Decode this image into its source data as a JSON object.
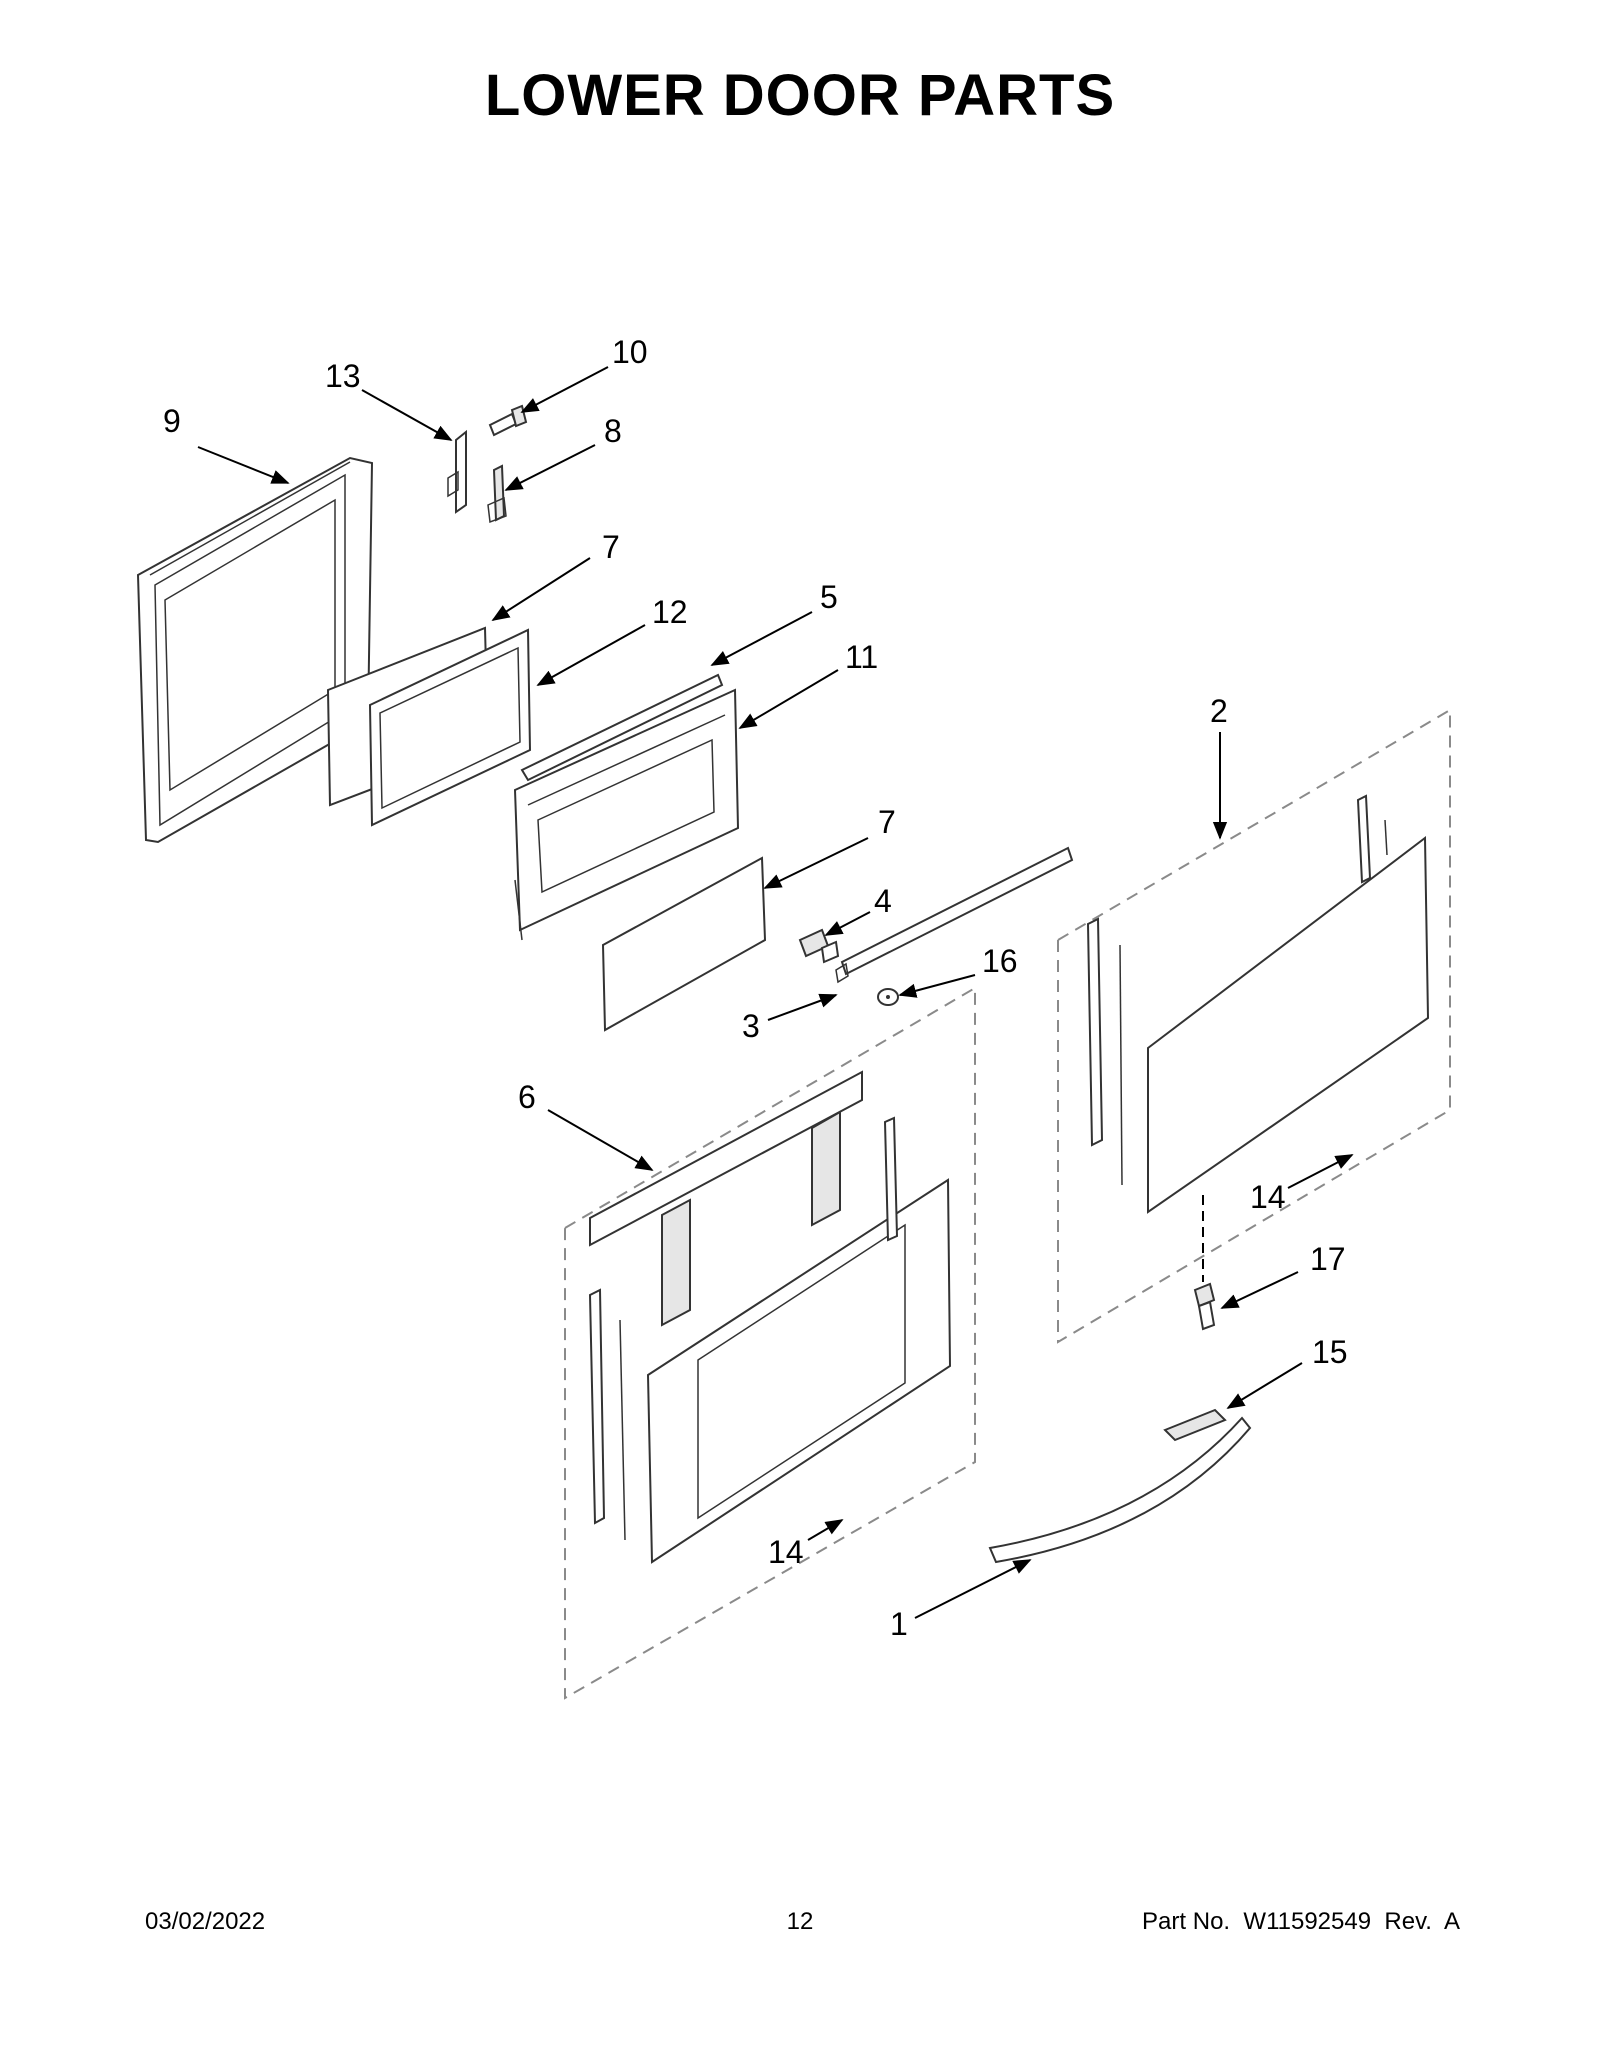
{
  "page": {
    "title": "LOWER DOOR PARTS",
    "date": "03/02/2022",
    "page_number": "12",
    "part_number": "Part No.  W11592549  Rev.  A"
  },
  "callouts": {
    "c1": "1",
    "c2": "2",
    "c3": "3",
    "c4": "4",
    "c5": "5",
    "c6": "6",
    "c7a": "7",
    "c7b": "7",
    "c8": "8",
    "c9": "9",
    "c10": "10",
    "c11": "11",
    "c12": "12",
    "c13": "13",
    "c14a": "14",
    "c14b": "14",
    "c15": "15",
    "c16": "16",
    "c17": "17"
  },
  "colors": {
    "line": "#333333",
    "dashed_outline": "#8a8a8a",
    "background": "#ffffff"
  }
}
